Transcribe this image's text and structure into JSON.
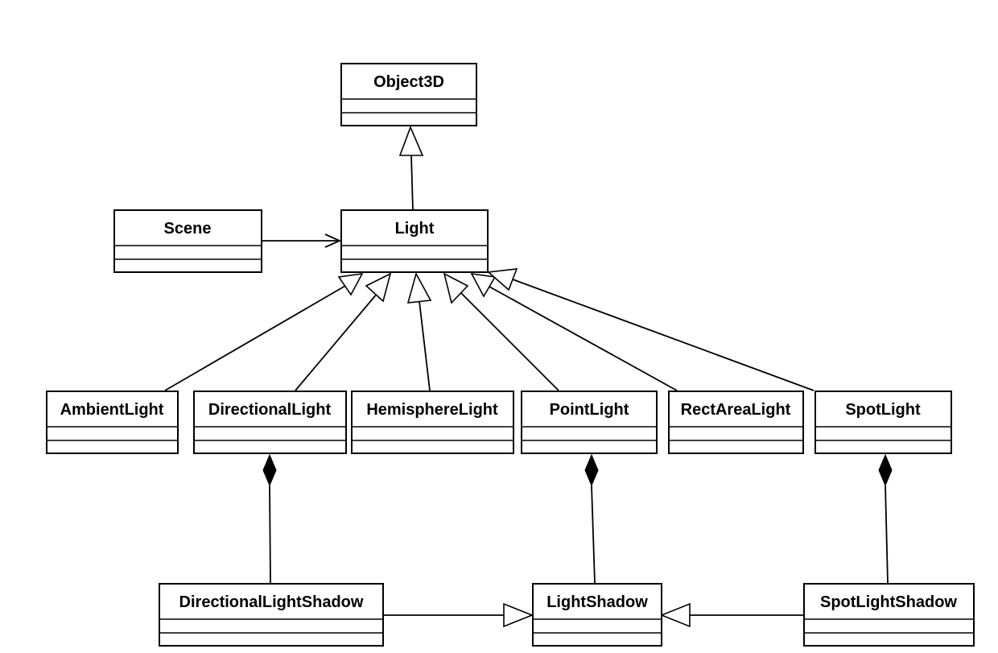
{
  "classes": {
    "object3d": "Object3D",
    "scene": "Scene",
    "light": "Light",
    "ambient_light": "AmbientLight",
    "directional_light": "DirectionalLight",
    "hemisphere_light": "HemisphereLight",
    "point_light": "PointLight",
    "rect_area_light": "RectAreaLight",
    "spot_light": "SpotLight",
    "directional_light_shadow": "DirectionalLightShadow",
    "light_shadow": "LightShadow",
    "spot_light_shadow": "SpotLightShadow"
  }
}
